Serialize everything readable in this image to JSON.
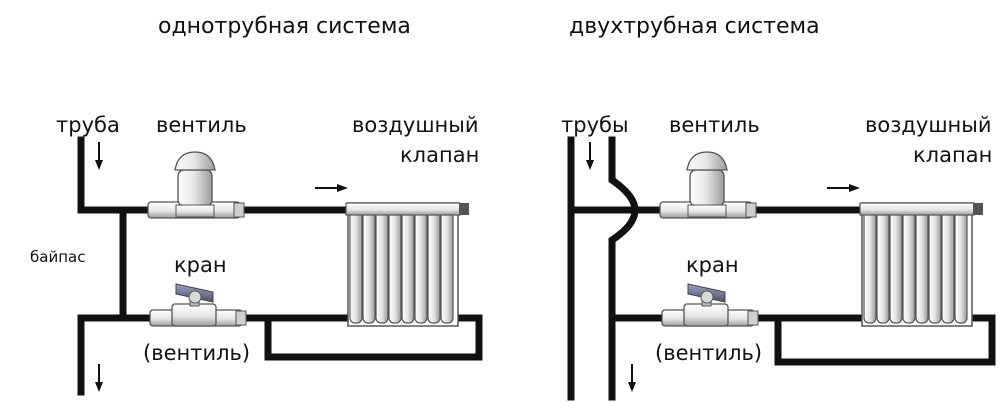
{
  "left_system": {
    "title": "однотрубная система",
    "pipe_label": "труба",
    "valve_label": "вентиль",
    "air_valve_label_1": "воздушный",
    "air_valve_label_2": "клапан",
    "bypass_label": "байпас",
    "tap_label": "кран",
    "tap_alt_label": "(вентиль)"
  },
  "right_system": {
    "title": "двухтрубная система",
    "pipe_label": "трубы",
    "valve_label": "вентиль",
    "air_valve_label_1": "воздушный",
    "air_valve_label_2": "клапан",
    "tap_label": "кран",
    "tap_alt_label": "(вентиль)"
  },
  "colors": {
    "pipe": "#111111",
    "fitting": "#e8e8e8",
    "valve_handle": "#6a6f87"
  },
  "icons": [
    "arrow-down-icon",
    "arrow-right-icon",
    "radiator-icon",
    "thermostatic-valve-icon",
    "ball-valve-icon"
  ]
}
